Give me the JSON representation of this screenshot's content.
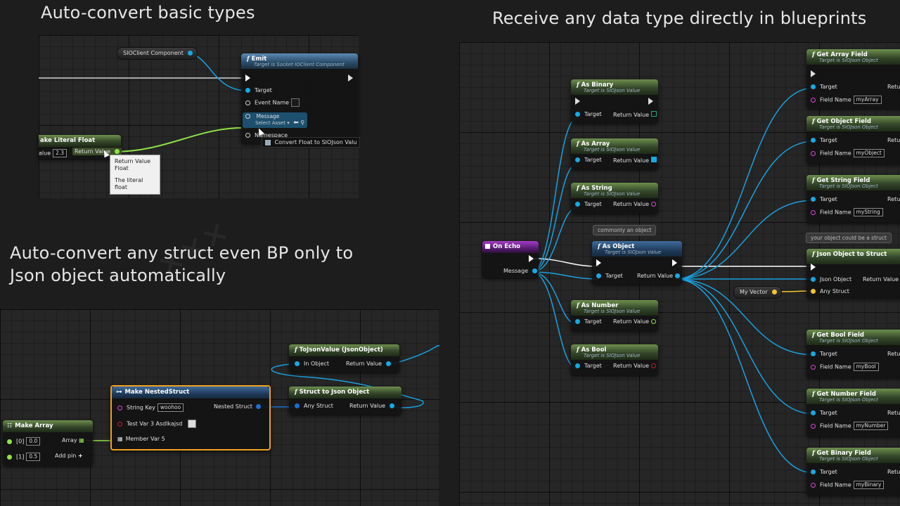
{
  "headings": {
    "top_left": "Auto-convert basic types",
    "top_right": "Receive any data type directly in blueprints",
    "mid_left_line1": "Auto-convert any struct even BP only to",
    "mid_left_line2": "Json object automatically"
  },
  "panel1": {
    "sio_component": "SIOClient Component",
    "emit": {
      "title": "Emit",
      "subtitle": "Target is Socket IOClient Component",
      "target": "Target",
      "event_name": "Event Name",
      "message": "Message",
      "select_asset": "Select Asset",
      "namespace": "Namespace"
    },
    "make_literal": {
      "title": "ake Literal Float",
      "value_label": "alue",
      "value": "2.3",
      "return_value": "Return Value"
    },
    "convert_popup": "Convert Float to SIOJson Valu",
    "tooltip": {
      "line1": "Return Value",
      "line2": "Float",
      "line3": "The literal float"
    }
  },
  "panel2": {
    "make_array": {
      "title": "Make Array",
      "idx0": "[0]",
      "val0": "0.0",
      "idx1": "[1]",
      "val1": "0.5",
      "array": "Array",
      "add_pin": "Add pin"
    },
    "make_struct": {
      "title": "Make NestedStruct",
      "string_key": "String Key",
      "string_key_value": "woohoo",
      "test_var": "Test Var 3 Asdlkajsd",
      "member_var": "Member Var 5",
      "nested_struct": "Nested Struct"
    },
    "to_json_value": {
      "title": "ToJsonValue (JsonObject)",
      "in_object": "In Object",
      "return_value": "Return Value"
    },
    "struct_to_json": {
      "title": "Struct to Json Object",
      "any_struct": "Any Struct",
      "return_value": "Return Value"
    }
  },
  "panel3": {
    "on_echo": {
      "title": "On Echo",
      "message": "Message"
    },
    "comment_object": "commonly an object",
    "comment_struct": "your object could be a struct",
    "my_vector": "My Vector",
    "target_subtitle": "Target is SIOJson Value",
    "field_subtitle": "Target is SIOJson Object",
    "as_nodes": [
      {
        "title": "As Binary",
        "target": "Target",
        "return_value": "Return Value"
      },
      {
        "title": "As Array",
        "target": "Target",
        "return_value": "Return Value"
      },
      {
        "title": "As String",
        "target": "Target",
        "return_value": "Return Value"
      },
      {
        "title": "As Object",
        "target": "Target",
        "return_value": "Return Value"
      },
      {
        "title": "As Number",
        "target": "Target",
        "return_value": "Return Value"
      },
      {
        "title": "As Bool",
        "target": "Target",
        "return_value": "Return Value"
      }
    ],
    "field_nodes": [
      {
        "title": "Get Array Field",
        "target": "Target",
        "ret": "Retur",
        "field_name": "Field Name",
        "field_value": "myArray"
      },
      {
        "title": "Get Object Field",
        "target": "Target",
        "ret": "Retu",
        "field_name": "Field Name",
        "field_value": "myObject"
      },
      {
        "title": "Get String Field",
        "target": "Target",
        "ret": "Retu",
        "field_name": "Field Name",
        "field_value": "myString"
      },
      {
        "title": "Get Bool Field",
        "target": "Target",
        "ret": "Retur",
        "field_name": "Field Name",
        "field_value": "myBool"
      },
      {
        "title": "Get Number Field",
        "target": "Target",
        "ret": "Retu",
        "field_name": "Field Name",
        "field_value": "myNumber"
      },
      {
        "title": "Get Binary Field",
        "target": "Target",
        "ret": "Retu",
        "field_name": "Field Name",
        "field_value": "myBinary"
      }
    ],
    "json_to_struct": {
      "title": "Json Object to Struct",
      "json_object": "Json Object",
      "return_value": "Return Value",
      "any_struct": "Any Struct"
    }
  },
  "colors": {
    "exec": "#ffffff",
    "wire_blue": "#1aa0e0",
    "wire_green": "#8ee246",
    "struct_blue": "#1c6fd0",
    "selection": "#f0a020"
  }
}
